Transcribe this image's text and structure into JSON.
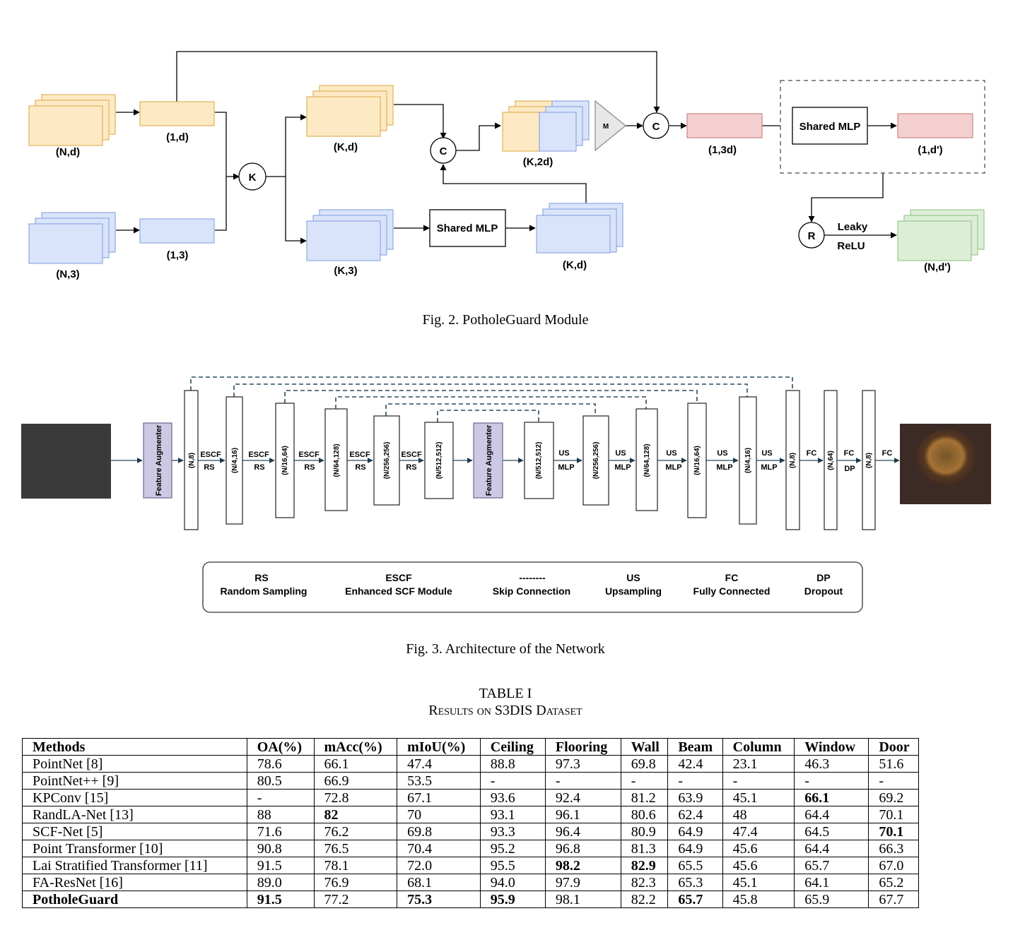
{
  "fig2": {
    "caption": "Fig. 2.  PotholeGuard Module",
    "labels": {
      "nd": "(N,d)",
      "one_d": "(1,d)",
      "n3": "(N,3)",
      "one_3": "(1,3)",
      "kd_top": "(K,d)",
      "k3": "(K,3)",
      "kd_bottom": "(K,d)",
      "k2d": "(K,2d)",
      "one_3d": "(1,3d)",
      "one_dprime": "(1,d')",
      "n_dprime": "(N,d')",
      "shared_mlp_1": "Shared MLP",
      "shared_mlp_2": "Shared MLP",
      "k_op": "K",
      "c_op1": "C",
      "c_op2": "C",
      "m_op": "M",
      "r_op": "R",
      "leaky": "Leaky",
      "relu": "ReLU"
    }
  },
  "fig3": {
    "caption": "Fig. 3.  Architecture of the Network",
    "feature_augmenter": "Feature Augmenter",
    "encoder_blocks": [
      "(N,8)",
      "(N/4,16)",
      "(N/16,64)",
      "(N/64,128)",
      "(N/256,256)",
      "(N/512,512)"
    ],
    "decoder_blocks": [
      "(N/512,512)",
      "(N/256,256)",
      "(N/64,128)",
      "(N/16,64)",
      "(N/4,16)",
      "(N,8)",
      "(N,64)",
      "(N,8)"
    ],
    "encoder_ops": [
      [
        "ESCF",
        "RS"
      ],
      [
        "ESCF",
        "RS"
      ],
      [
        "ESCF",
        "RS"
      ],
      [
        "ESCF",
        "RS"
      ],
      [
        "ESCF",
        "RS"
      ]
    ],
    "decoder_ops": [
      [
        "US",
        "MLP"
      ],
      [
        "US",
        "MLP"
      ],
      [
        "US",
        "MLP"
      ],
      [
        "US",
        "MLP"
      ],
      [
        "US",
        "MLP"
      ],
      [
        "FC",
        ""
      ],
      [
        "FC",
        "DP"
      ],
      [
        "FC",
        ""
      ]
    ],
    "legend": [
      {
        "abbr": "RS",
        "full": "Random Sampling"
      },
      {
        "abbr": "ESCF",
        "full": "Enhanced SCF Module"
      },
      {
        "abbr": "--------",
        "full": "Skip Connection"
      },
      {
        "abbr": "US",
        "full": "Upsampling"
      },
      {
        "abbr": "FC",
        "full": "Fully Connected"
      },
      {
        "abbr": "DP",
        "full": "Dropout"
      }
    ]
  },
  "table": {
    "title": "TABLE I",
    "subtitle": "Results on S3DIS Dataset",
    "headers": [
      "Methods",
      "OA(%)",
      "mAcc(%)",
      "mIoU(%)",
      "Ceiling",
      "Flooring",
      "Wall",
      "Beam",
      "Column",
      "Window",
      "Door"
    ],
    "rows": [
      [
        "PointNet [8]",
        "78.6",
        "66.1",
        "47.4",
        "88.8",
        "97.3",
        "69.8",
        "42.4",
        "23.1",
        "46.3",
        "51.6"
      ],
      [
        "PointNet++ [9]",
        "80.5",
        "66.9",
        "53.5",
        "-",
        "-",
        "-",
        "-",
        "-",
        "-",
        "-"
      ],
      [
        "KPConv [15]",
        "-",
        "72.8",
        "67.1",
        "93.6",
        "92.4",
        "81.2",
        "63.9",
        "45.1",
        "66.1",
        "69.2"
      ],
      [
        "RandLA-Net [13]",
        "88",
        "82",
        "70",
        "93.1",
        "96.1",
        "80.6",
        "62.4",
        "48",
        "64.4",
        "70.1"
      ],
      [
        "SCF-Net [5]",
        "71.6",
        "76.2",
        "69.8",
        "93.3",
        "96.4",
        "80.9",
        "64.9",
        "47.4",
        "64.5",
        "70.1"
      ],
      [
        "Point Transformer [10]",
        "90.8",
        "76.5",
        "70.4",
        "95.2",
        "96.8",
        "81.3",
        "64.9",
        "45.6",
        "64.4",
        "66.3"
      ],
      [
        "Lai Stratified Transformer [11]",
        "91.5",
        "78.1",
        "72.0",
        "95.5",
        "98.2",
        "82.9",
        "65.5",
        "45.6",
        "65.7",
        "67.0"
      ],
      [
        "FA-ResNet [16]",
        "89.0",
        "76.9",
        "68.1",
        "94.0",
        "97.9",
        "82.3",
        "65.3",
        "45.1",
        "64.1",
        "65.2"
      ],
      [
        "PotholeGuard",
        "91.5",
        "77.2",
        "75.3",
        "95.9",
        "98.1",
        "82.2",
        "65.7",
        "45.8",
        "65.9",
        "67.7"
      ]
    ],
    "bold_cells": [
      [
        2,
        9
      ],
      [
        3,
        2
      ],
      [
        4,
        10
      ],
      [
        6,
        5
      ],
      [
        6,
        6
      ],
      [
        8,
        0
      ],
      [
        8,
        1
      ],
      [
        8,
        3
      ],
      [
        8,
        4
      ],
      [
        8,
        7
      ]
    ]
  }
}
